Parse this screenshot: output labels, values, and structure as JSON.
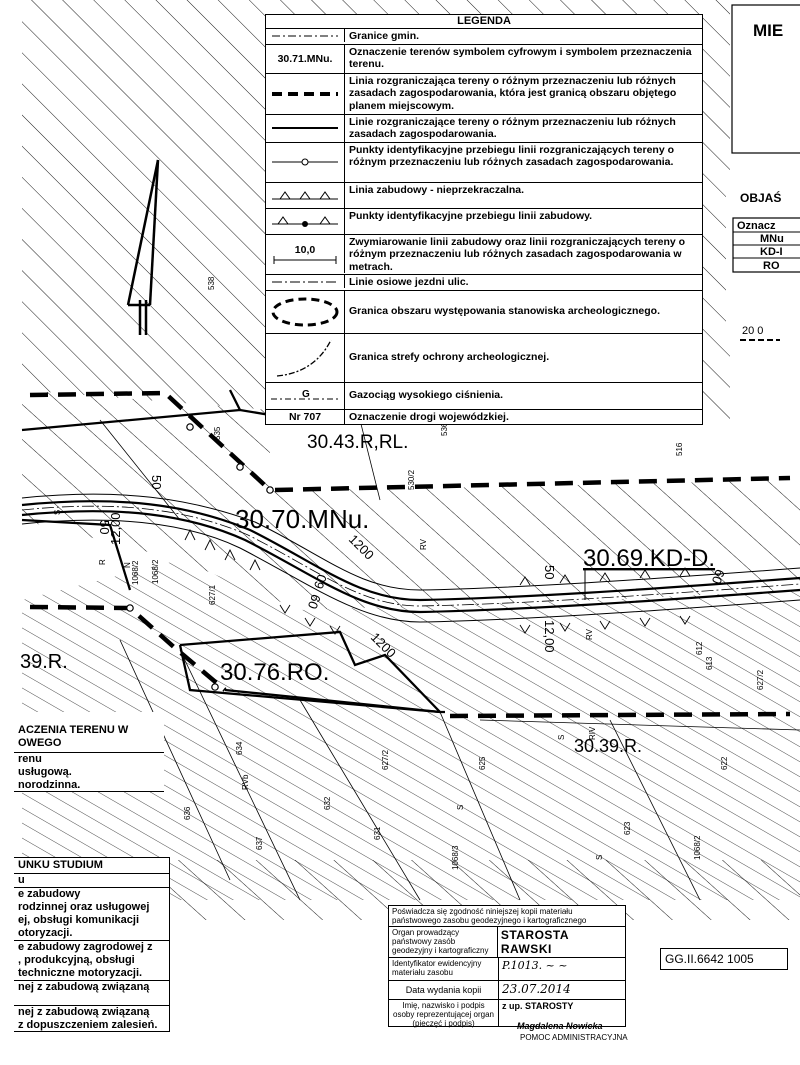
{
  "legend": {
    "title": "LEGENDA",
    "items": [
      {
        "symbol": "",
        "text": "Granice gmin."
      },
      {
        "symbol": "30.71.MNu.",
        "text": "Oznaczenie terenów symbolem cyfrowym i symbolem przeznaczenia terenu."
      },
      {
        "symbol": "",
        "text": "Linia rozgraniczająca tereny o różnym przeznaczeniu lub różnych zasadach zagospodarowania, która jest granicą obszaru objętego planem miejscowym."
      },
      {
        "symbol": "",
        "text": "Linie rozgraniczające tereny o różnym przeznaczeniu lub różnych zasadach zagospodarowania."
      },
      {
        "symbol": "",
        "text": "Punkty identyfikacyjne przebiegu linii rozgraniczających tereny o różnym przeznaczeniu lub różnych zasadach zagospodarowania."
      },
      {
        "symbol": "",
        "text": "Linia zabudowy - nieprzekraczalna."
      },
      {
        "symbol": "",
        "text": "Punkty identyfikacyjne przebiegu linii zabudowy."
      },
      {
        "symbol": "10,0",
        "text": "Zwymiarowanie linii zabudowy oraz linii rozgraniczających tereny o różnym przeznaczeniu lub różnych zasadach zagospodarowania w metrach."
      },
      {
        "symbol": "",
        "text": "Linie osiowe jezdni ulic."
      },
      {
        "symbol": "",
        "text": "Granica obszaru występowania stanowiska archeologicznego."
      },
      {
        "symbol": "",
        "text": "Granica strefy ochrony archeologicznej."
      },
      {
        "symbol": "G",
        "text": "Gazociąg wysokiego ciśnienia."
      },
      {
        "symbol": "Nr 707",
        "text": "Oznaczenie drogi wojewódzkiej."
      }
    ]
  },
  "top_right": {
    "title": "MIE",
    "objas": "OBJAŚ",
    "rows": [
      "Oznacz",
      "MNu",
      "KD-I",
      "RO"
    ],
    "scale": "20  0"
  },
  "zones": {
    "z1": "30.43.R,RL.",
    "z2": "30.70.MNu.",
    "z3": "30.69.KD-D.",
    "z4": "30.76.RO.",
    "z5": "30.39.R.",
    "z6": "39.R."
  },
  "parcels": [
    "538",
    "535",
    "536",
    "530/2",
    "516",
    "627/1",
    "612",
    "613",
    "625",
    "627/2",
    "632",
    "634",
    "636",
    "637",
    "631",
    "1068/3",
    "1068/2",
    "RV",
    "RVb",
    "RV",
    "R",
    "S",
    "S",
    "623",
    "622",
    "627/2",
    "1068/2",
    "RIV",
    "S",
    "N",
    "S",
    "1068/2"
  ],
  "dimensions": [
    "12,00",
    "12,00",
    "50",
    "50",
    "50",
    "60",
    "09",
    "09",
    "1200",
    "10,0"
  ],
  "left_box": {
    "lines": [
      "ACZENIA TERENU W",
      "OWEGO",
      "renu",
      "usługową.",
      "norodzinna."
    ]
  },
  "studium_box": {
    "title": "UNKU STUDIUM",
    "lines": [
      "u",
      "e zabudowy",
      "rodzinnej oraz usługowej",
      "ej, obsługi komunikacji",
      "otoryzacji.",
      "e zabudowy zagrodowej z",
      ", produkcyjną, obsługi",
      "techniczne motoryzacji.",
      "nej z zabudową związaną",
      "nej z zabudową związaną",
      "z dopuszczeniem zalesień."
    ]
  },
  "certificate": {
    "header": "Poświadcza się zgodność niniejszej kopii materiału państwowego zasobu geodezyjnego i kartograficznego",
    "organ_label": "Organ prowadzący państwowy zasób geodezyjny i kartograficzny",
    "organ_value": "STAROSTA RAWSKI",
    "id_label": "Identyfikator ewidencyjny materiału zasobu",
    "id_value": "P.1013. ~ ~",
    "date_label": "Data wydania kopii",
    "date_value": "23.07.2014",
    "sign_label": "Imię, nazwisko i podpis osoby reprezentującej organ (pieczęć i podpis)",
    "sign_value": "z up. STAROSTY",
    "signer": "Magdalena Nowicka",
    "role": "POMOC ADMINISTRACYJNA"
  },
  "reference": "GG.II.6642  1005"
}
